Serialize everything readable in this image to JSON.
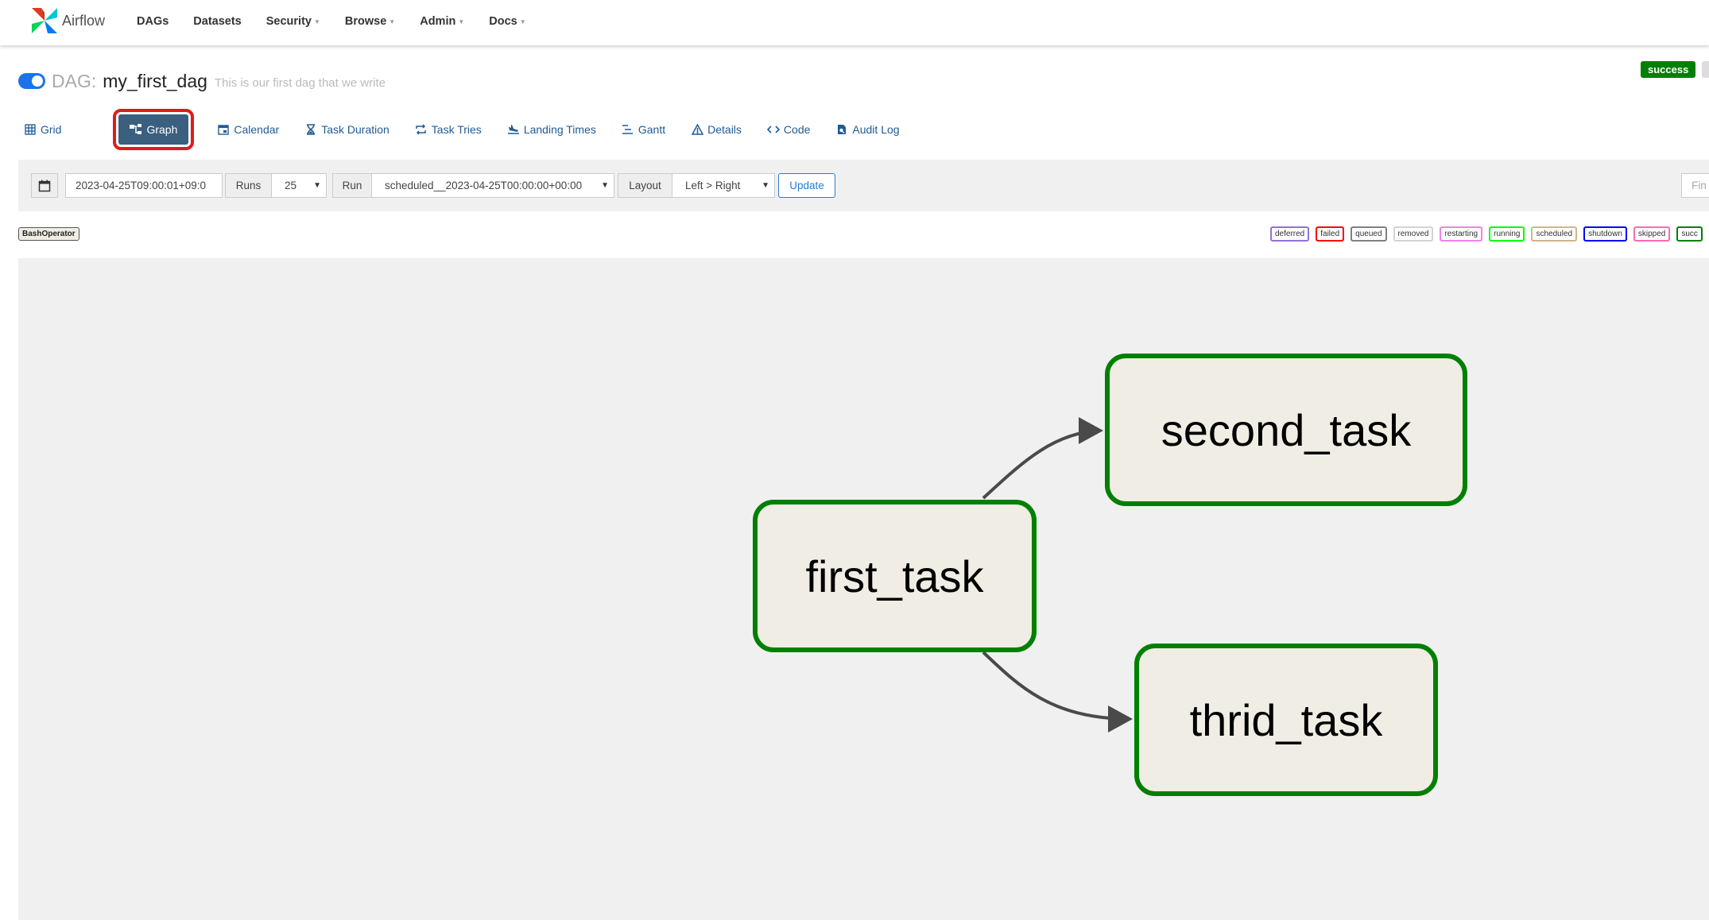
{
  "navbar": {
    "brand": "Airflow",
    "links": [
      {
        "label": "DAGs",
        "has_caret": false
      },
      {
        "label": "Datasets",
        "has_caret": false
      },
      {
        "label": "Security",
        "has_caret": true
      },
      {
        "label": "Browse",
        "has_caret": true
      },
      {
        "label": "Admin",
        "has_caret": true
      },
      {
        "label": "Docs",
        "has_caret": true
      }
    ]
  },
  "dag": {
    "label": "DAG:",
    "id": "my_first_dag",
    "description": "This is our first dag that we write",
    "status": "success",
    "toggle_on": true
  },
  "tabs": [
    {
      "label": "Grid",
      "icon": "grid-icon"
    },
    {
      "label": "Graph",
      "icon": "graph-icon",
      "active": true
    },
    {
      "label": "Calendar",
      "icon": "calendar-icon"
    },
    {
      "label": "Task Duration",
      "icon": "hourglass-icon"
    },
    {
      "label": "Task Tries",
      "icon": "retry-icon"
    },
    {
      "label": "Landing Times",
      "icon": "landing-icon"
    },
    {
      "label": "Gantt",
      "icon": "gantt-icon"
    },
    {
      "label": "Details",
      "icon": "details-icon"
    },
    {
      "label": "Code",
      "icon": "code-icon"
    },
    {
      "label": "Audit Log",
      "icon": "audit-log-icon"
    }
  ],
  "toolbar": {
    "base_date": "2023-04-25T09:00:01+09:0",
    "runs_label": "Runs",
    "runs_value": "25",
    "run_label": "Run",
    "run_value": "scheduled__2023-04-25T00:00:00+00:00",
    "layout_label": "Layout",
    "layout_value": "Left > Right",
    "update_label": "Update",
    "find_placeholder": "Fin"
  },
  "legend": {
    "operator": "BashOperator",
    "states": [
      {
        "label": "deferred",
        "color": "#9370db"
      },
      {
        "label": "failed",
        "color": "#ff0000"
      },
      {
        "label": "queued",
        "color": "#808080"
      },
      {
        "label": "removed",
        "color": "#d3d3d3"
      },
      {
        "label": "restarting",
        "color": "#ee82ee"
      },
      {
        "label": "running",
        "color": "#00ff00"
      },
      {
        "label": "scheduled",
        "color": "#d2b48c"
      },
      {
        "label": "shutdown",
        "color": "#0000ff"
      },
      {
        "label": "skipped",
        "color": "#ff69b4"
      },
      {
        "label": "succ",
        "color": "#008000"
      }
    ]
  },
  "graph": {
    "nodes": [
      {
        "id": "first_task",
        "label": "first_task",
        "state_color": "#008000"
      },
      {
        "id": "second_task",
        "label": "second_task",
        "state_color": "#008000"
      },
      {
        "id": "thrid_task",
        "label": "thrid_task",
        "state_color": "#008000"
      }
    ],
    "edges": [
      {
        "from": "first_task",
        "to": "second_task"
      },
      {
        "from": "first_task",
        "to": "thrid_task"
      }
    ]
  },
  "colors": {
    "accent": "#1f5b94",
    "active_tab": "#3a5f7f",
    "success": "#008000",
    "highlight": "#e01b1b"
  }
}
